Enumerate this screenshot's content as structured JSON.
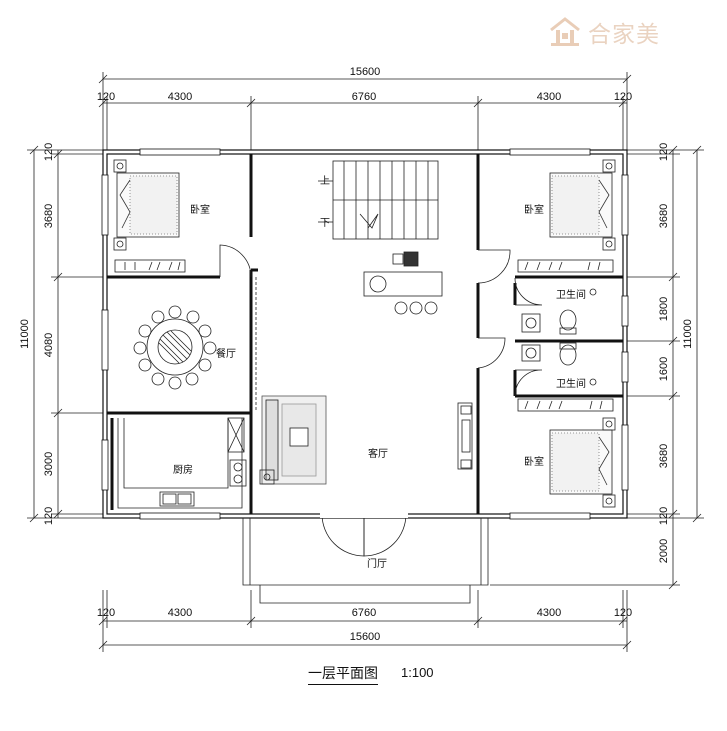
{
  "brand": {
    "name": "合家美",
    "logo_icon": "house-logo-icon"
  },
  "plan": {
    "title": "一层平面图",
    "scale": "1:100"
  },
  "dims": {
    "top_total": "15600",
    "top_segments": [
      "120",
      "4300",
      "6760",
      "4300",
      "120"
    ],
    "bottom_total": "15600",
    "bottom_segments": [
      "120",
      "4300",
      "6760",
      "4300",
      "120"
    ],
    "left_total": "11000",
    "left_segments": [
      "120",
      "3680",
      "4080",
      "3000",
      "120"
    ],
    "right_total": "11000",
    "right_segments": [
      "120",
      "3680",
      "1800",
      "1600",
      "3680",
      "120",
      "2000"
    ]
  },
  "rooms": {
    "bedroom_nw": "卧室",
    "bedroom_ne": "卧室",
    "bedroom_se": "卧室",
    "dining": "餐厅",
    "kitchen": "厨房",
    "living": "客厅",
    "bath_1": "卫生间",
    "bath_2": "卫生间",
    "foyer": "门厅"
  },
  "stairs": {
    "up": "上",
    "down": "下"
  }
}
